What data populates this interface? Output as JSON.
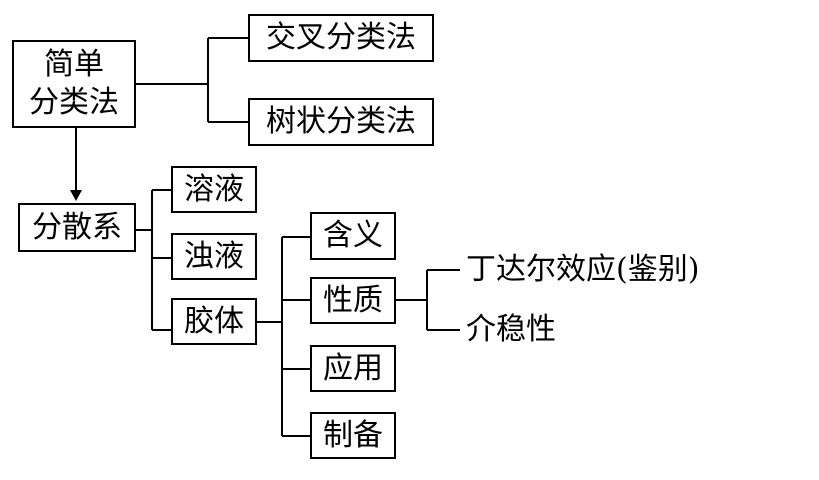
{
  "diagram": {
    "root": {
      "line1": "简单",
      "line2": "分类法"
    },
    "methods": [
      "交叉分类法",
      "树状分类法"
    ],
    "dispersion": "分散系",
    "dispersion_types": [
      "溶液",
      "浊液",
      "胶体"
    ],
    "colloid_aspects": [
      "含义",
      "性质",
      "应用",
      "制备"
    ],
    "properties": [
      "丁达尔效应(鉴别)",
      "介稳性"
    ]
  },
  "colors": {
    "line": "#000000",
    "background": "#ffffff"
  }
}
